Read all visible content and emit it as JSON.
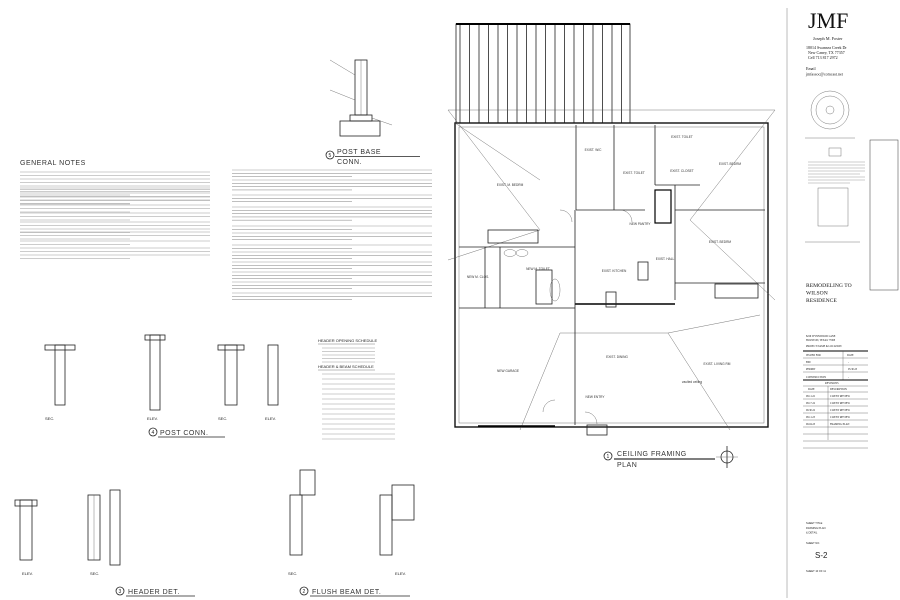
{
  "title_block": {
    "logo": "JMF",
    "designer_name": "Joseph M. Foster",
    "address_line1": "18014 Swansea Creek Dr",
    "address_line2": "New Caney, TX 77357",
    "phone": "Cell   713 817 2972",
    "email_label": "Email",
    "email": "jmfassoc@comcast.net",
    "project_title": [
      "REMODELING TO",
      "WILSON",
      "RESIDENCE"
    ],
    "project_address": [
      "8226 WYNNWOOD LANE",
      "HOUSTON, TEXAS 77008"
    ],
    "project_name_label": "PROJECT NAME & LOCATION",
    "issue_table": {
      "headers": [
        "ISSUED FOR",
        "DATE"
      ],
      "rows": [
        [
          "BID",
          "-"
        ],
        [
          "PERMIT",
          "05.30.23"
        ],
        [
          "CONSTRUCTION",
          "-"
        ]
      ]
    },
    "revisions": {
      "title": "REVISIONS",
      "headers": [
        "DATE",
        "DESCRIPTION"
      ],
      "rows": [
        [
          "08.11.22",
          "CLIENT REVIEW"
        ],
        [
          "08.17.22",
          "CLIENT REVIEW"
        ],
        [
          "09.30.22",
          "CLIENT REVIEW"
        ],
        [
          "08.11.23",
          "CLIENT REVIEW"
        ],
        [
          "09.04.23",
          "FRAMING PLAN"
        ]
      ]
    },
    "sheet_title_label": "SHEET TITLE",
    "sheet_title": [
      "FRAMING PLAN",
      "& DETAIL"
    ],
    "sheet_no_label": "SHEET NO.",
    "sheet_no": "S-2",
    "sheet_count": "SHEET  10  OF  11"
  },
  "notes": {
    "general_notes_title": "GENERAL NOTES",
    "post_base_title": [
      "POST BASE",
      "CONN."
    ],
    "post_base_number": "5",
    "header_opening_schedule": "HEADER OPENING SCHEDULE",
    "header_beam_schedule": "HEADER & BEAM SCHEDULE"
  },
  "details": [
    {
      "number": "4",
      "title": "POST CONN."
    },
    {
      "number": "3",
      "title": "HEADER DET."
    },
    {
      "number": "2",
      "title": "FLUSH BEAM DET."
    }
  ],
  "view_labels": {
    "sec": "SEC.",
    "elev": "ELEV."
  },
  "plan": {
    "number": "1",
    "title": [
      "CEILING FRAMING",
      "PLAN"
    ],
    "rooms": [
      "EXIST. M. BEDRM",
      "EXIST. W/C",
      "EXIST. TOILET",
      "EXIST. CLOSET",
      "EXIST. BEDRM",
      "EXIST. TOILET",
      "NEW PANTRY",
      "EXIST. KITCHEN",
      "EXIST. HALL",
      "EXIST. BEDRM",
      "NEW M. CLOS.",
      "NEW M. TOILET",
      "NEW GARAGE",
      "EXIST. DINING",
      "EXIST. LIVING RM",
      "vaulted ceiling",
      "NEW ENTRY"
    ]
  }
}
